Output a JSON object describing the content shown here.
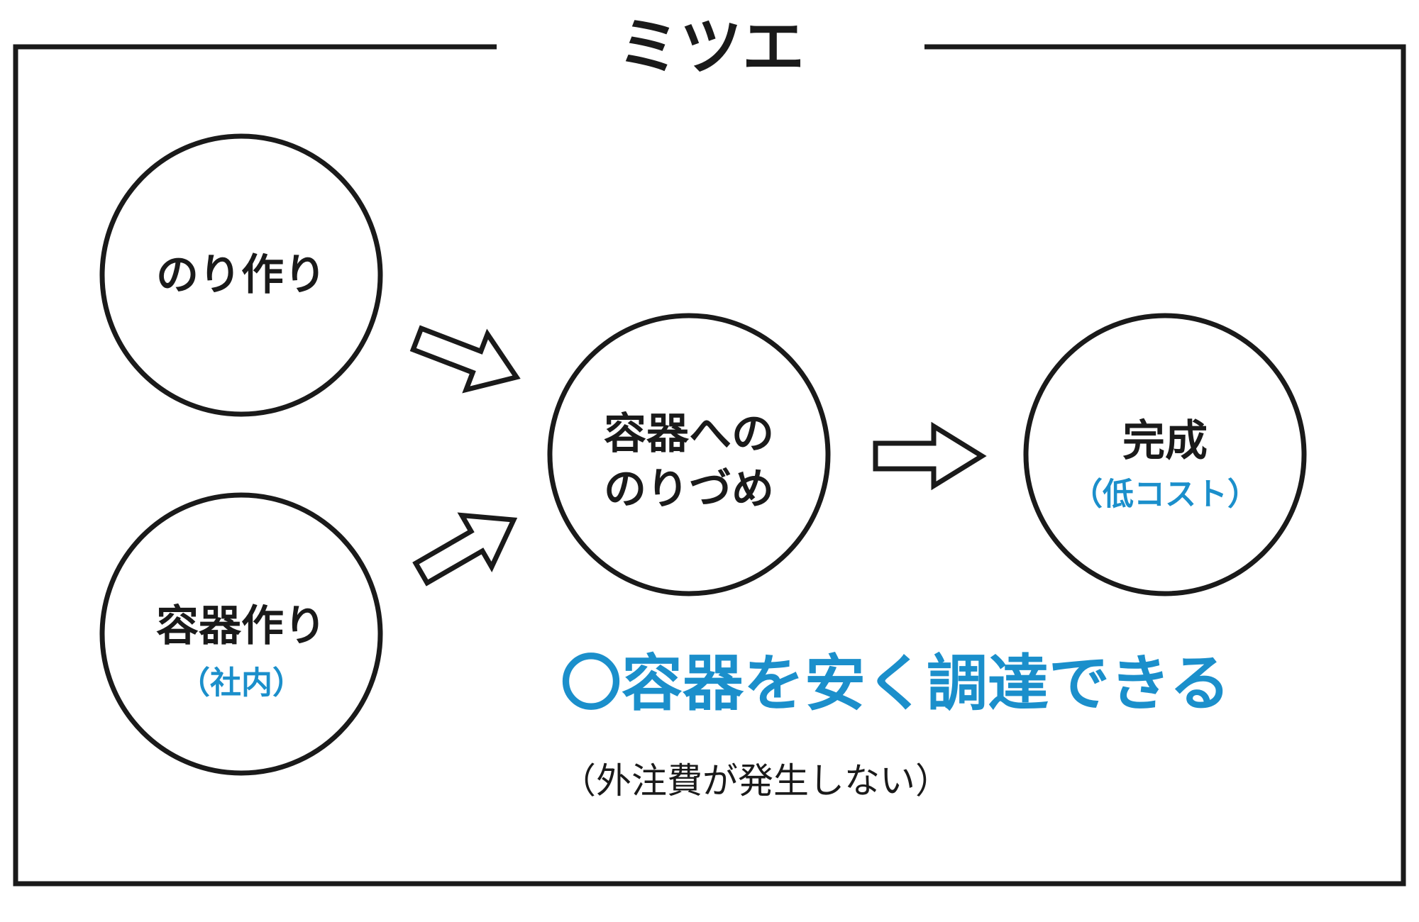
{
  "title": "ミツエ",
  "nodes": {
    "glue_making": {
      "label": "のり作り"
    },
    "container_making": {
      "label": "容器作り",
      "sublabel": "（社内）"
    },
    "filling": {
      "line1": "容器への",
      "line2": "のりづめ"
    },
    "completion": {
      "label": "完成",
      "sublabel": "（低コスト）"
    }
  },
  "highlight": {
    "text": "〇容器を安く調達できる"
  },
  "note": {
    "text": "（外注費が発生しない）"
  },
  "colors": {
    "line": "#1a1a1a",
    "accent": "#1b8fcb",
    "background": "#ffffff"
  }
}
